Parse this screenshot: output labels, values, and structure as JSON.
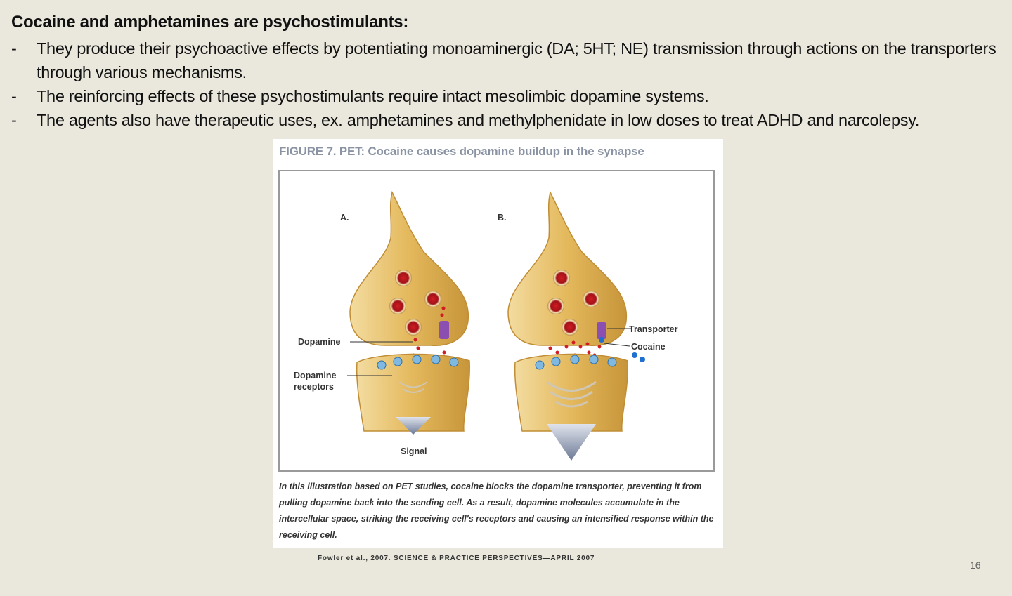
{
  "slide": {
    "heading": "Cocaine and amphetamines are psychostimulants:",
    "bullets": [
      "They produce their psychoactive effects by potentiating monoaminergic (DA; 5HT; NE) transmission through actions on the transporters through various mechanisms.",
      "The reinforcing effects of these psychostimulants require intact mesolimbic dopamine systems.",
      "The agents also have therapeutic uses, ex. amphetamines and methylphenidate in low doses to treat ADHD and narcolepsy."
    ],
    "bullet_marker": "-",
    "page_number": "16"
  },
  "figure": {
    "title": "FIGURE 7. PET: Cocaine causes dopamine buildup in the synapse",
    "panel_a": "A.",
    "panel_b": "B.",
    "labels": {
      "dopamine": "Dopamine",
      "dopamine_receptors_1": "Dopamine",
      "dopamine_receptors_2": "receptors",
      "signal": "Signal",
      "transporter": "Transporter",
      "cocaine": "Cocaine"
    },
    "caption": "In this illustration based on PET studies, cocaine blocks the dopamine transporter, preventing it from pulling dopamine back into the sending cell. As a result, dopamine molecules accumulate in the intercellular space, striking the receiving cell's receptors and causing an intensified response within the receiving cell.",
    "source": "Fowler et al., 2007. SCIENCE & PRACTICE PERSPECTIVES—APRIL 2007"
  },
  "colors": {
    "background": "#eae7dc",
    "neuron_gold": "#e8c474",
    "dopamine_red": "#d11c24",
    "cocaine_blue": "#1f6fd1",
    "transporter_purple": "#8a4fb0",
    "title_gray": "#8a93a3"
  }
}
